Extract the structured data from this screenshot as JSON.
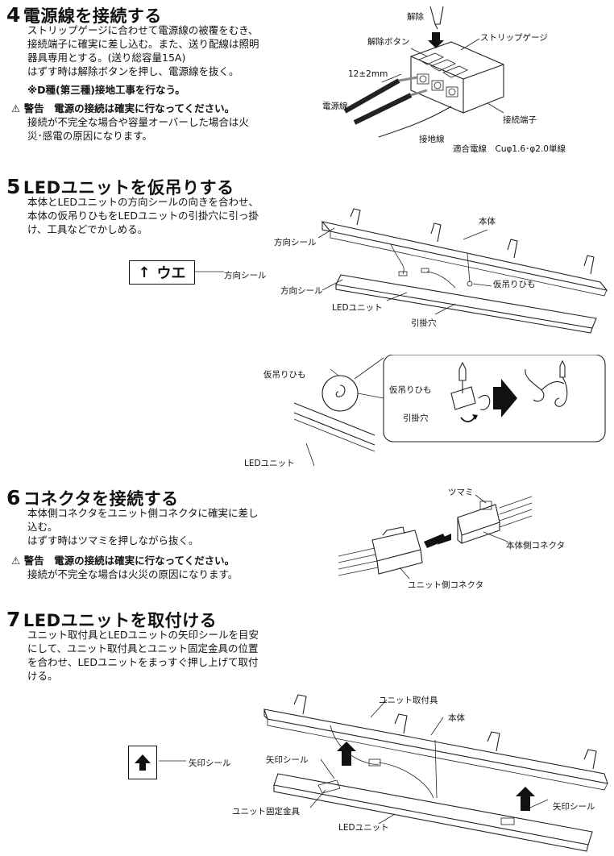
{
  "step4": {
    "num": "4",
    "title": "電源線を接続する",
    "body": "ストリップゲージに合わせて電源線の被覆をむき、\n接続端子に確実に差し込む。また、送り配線は照明\n器具専用とする。(送り総容量15A)\nはずす時は解除ボタンを押し、電源線を抜く。",
    "note": "※D種(第三種)接地工事を行なう。",
    "warning_title": "警告　電源の接続は確実に行なってください。",
    "warning_body": "接続が不完全な場合や容量オーバーした場合は火\n災･感電の原因になります。",
    "labels": {
      "release": "解除",
      "release_button": "解除ボタン",
      "strip_gauge": "ストリップゲージ",
      "length": "12±2mm",
      "power_wire": "電源線",
      "terminal": "接続端子",
      "ground_wire": "接地線",
      "wire_spec": "適合電線　Cuφ1.6･φ2.0単線"
    }
  },
  "step5": {
    "num": "5",
    "title": "LEDユニットを仮吊りする",
    "body": "本体とLEDユニットの方向シールの向きを合わせ、\n本体の仮吊りひもをLEDユニットの引掛穴に引っ掛\nけ、工具などでかしめる。",
    "seal_text": "ウエ",
    "labels": {
      "body": "本体",
      "direction_seal_top": "方向シール",
      "direction_seal_mid": "方向シール",
      "direction_seal_low": "方向シール",
      "hanging_cord": "仮吊りひも",
      "led_unit": "LEDユニット",
      "hook_hole": "引掛穴",
      "hanging_cord_2": "仮吊りひも",
      "hanging_cord_3": "仮吊りひも",
      "hook_hole_2": "引掛穴",
      "led_unit_2": "LEDユニット"
    }
  },
  "step6": {
    "num": "6",
    "title": "コネクタを接続する",
    "body": "本体側コネクタをユニット側コネクタに確実に差し\n込む。\nはずす時はツマミを押しながら抜く。",
    "warning_title": "警告　電源の接続は確実に行なってください。",
    "warning_body": "接続が不完全な場合は火災の原因になります。",
    "labels": {
      "knob": "ツマミ",
      "body_connector": "本体側コネクタ",
      "unit_connector": "ユニット側コネクタ"
    }
  },
  "step7": {
    "num": "7",
    "title": "LEDユニットを取付ける",
    "body": "ユニット取付具とLEDユニットの矢印シールを目安\nにして、ユニット取付具とユニット固定金具の位置\nを合わせ、LEDユニットをまっすぐ押し上げて取付\nける。",
    "labels": {
      "unit_bracket": "ユニット取付具",
      "body": "本体",
      "arrow_seal_left": "矢印シール",
      "arrow_seal_mid": "矢印シール",
      "arrow_seal_right": "矢印シール",
      "fixing_bracket": "ユニット固定金具",
      "led_unit": "LEDユニット"
    }
  }
}
